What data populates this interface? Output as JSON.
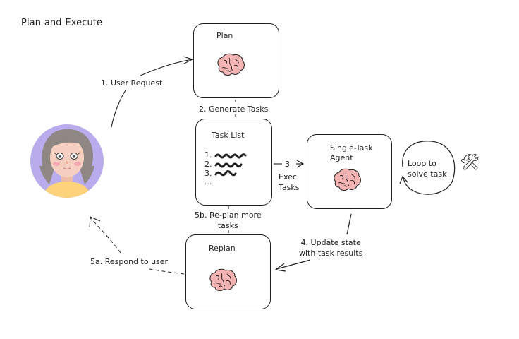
{
  "diagram": {
    "title": "Plan-and-Execute",
    "nodes": {
      "plan": {
        "label": "Plan",
        "icon": "brain-icon"
      },
      "task_list": {
        "label": "Task List",
        "items": [
          "1.",
          "2.",
          "3.",
          "..."
        ]
      },
      "agent": {
        "label_line1": "Single-Task",
        "label_line2": "Agent",
        "icon": "brain-icon"
      },
      "replan": {
        "label": "Replan",
        "icon": "brain-icon"
      },
      "user": {
        "icon": "user-avatar"
      },
      "tools": {
        "icon": "hammer-wrench-icon",
        "glyph": "🛠"
      }
    },
    "edges": {
      "user_request": "1. User Request",
      "generate_tasks": "2. Generate Tasks",
      "exec_step": "3",
      "exec_tasks_line1": "Exec",
      "exec_tasks_line2": "Tasks",
      "loop_line1": "Loop to",
      "loop_line2": "solve task",
      "update_line1": "4. Update state",
      "update_line2": "with task results",
      "respond": "5a. Respond to user",
      "replan_line1": "5b. Re-plan more",
      "replan_line2": "tasks"
    },
    "colors": {
      "stroke": "#1e1e1e",
      "brain": "#f4b4b4",
      "avatar_bg": "#b9acec",
      "hair": "#8e8784",
      "skin": "#f7cfc0",
      "shirt": "#fcd27a"
    }
  }
}
